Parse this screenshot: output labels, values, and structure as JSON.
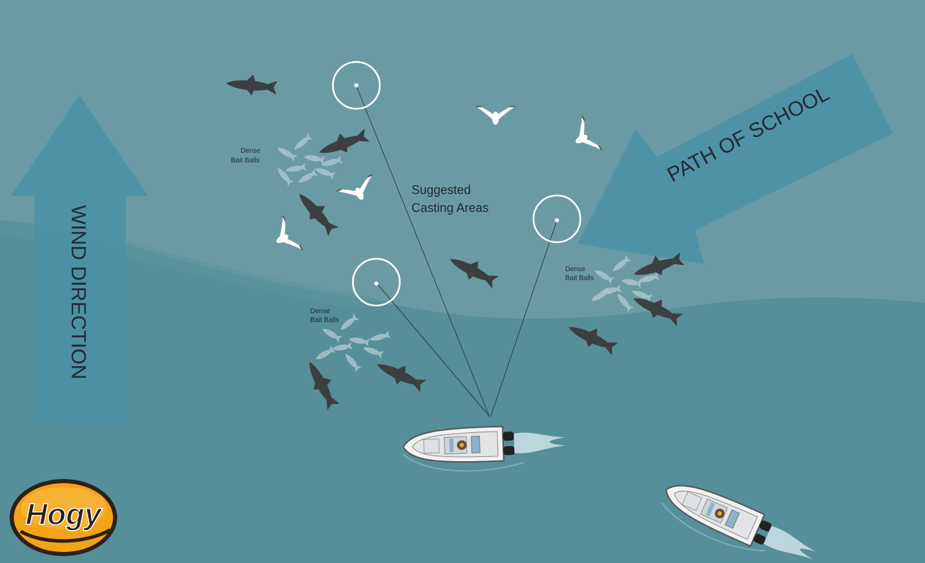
{
  "wind_label": "WIND DIRECTION",
  "path_label": "PATH OF SCHOOL",
  "casting_label": [
    "Suggested",
    "Casting Areas"
  ],
  "bait_labels": [
    [
      "Dense",
      "Bait Balls"
    ],
    [
      "Dense",
      "Bait Balls"
    ],
    [
      "Dense",
      "Bait Balls"
    ]
  ],
  "logo_text": "Hogy",
  "colors": {
    "water_light": "#6a9ba5",
    "water_deep": "#568e99",
    "arrow": "#4b90a5",
    "fish": "#3c3f41",
    "bait": "#a9c5cc",
    "logo_orange": "#f5a21b",
    "logo_dark": "#2b2118"
  }
}
